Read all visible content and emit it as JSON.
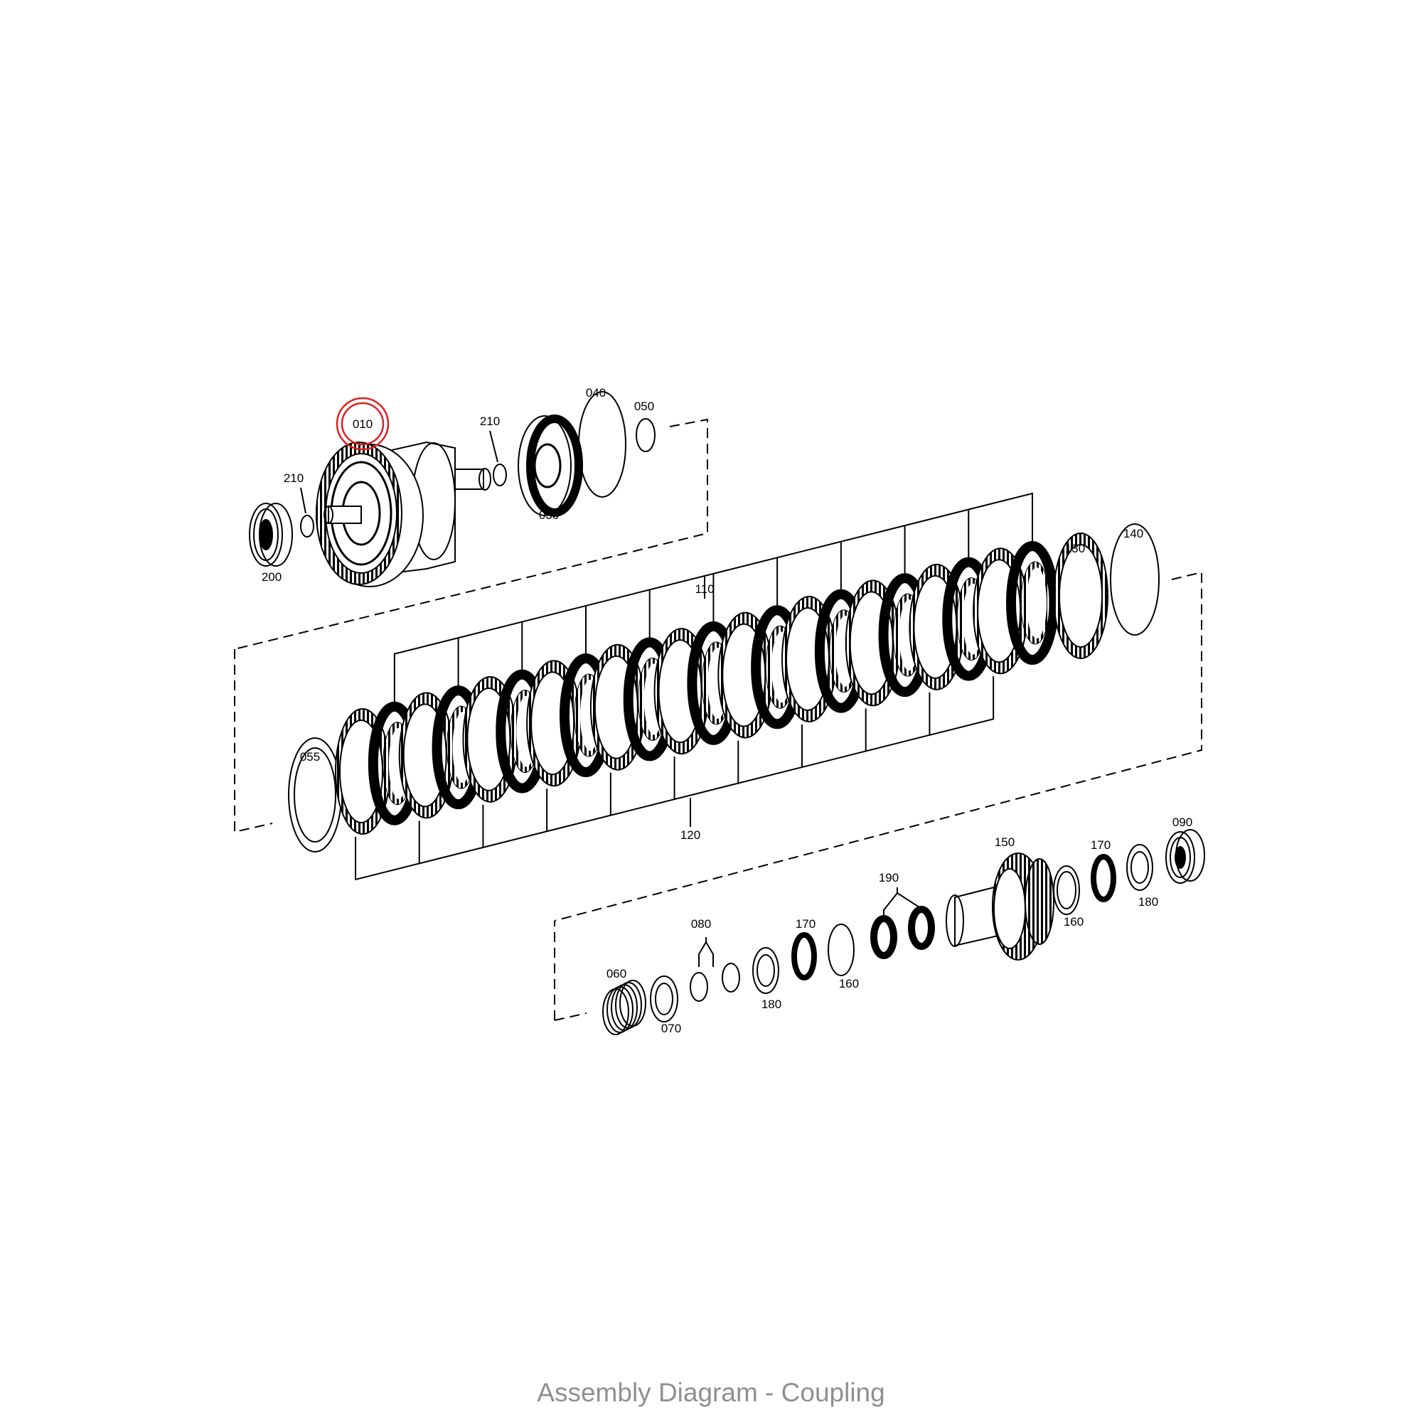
{
  "caption": "Assembly Diagram - Coupling",
  "highlight_color": "#e02020",
  "highlighted_label": "010",
  "labels": {
    "l010": "010",
    "l210a": "210",
    "l210b": "210",
    "l200": "200",
    "l030": "030",
    "l040": "040",
    "l050": "050",
    "l110": "110",
    "l120": "120",
    "l130": "130",
    "l140": "140",
    "l055": "055",
    "l150": "150",
    "l090": "090",
    "l170a": "170",
    "l170b": "170",
    "l180a": "180",
    "l180b": "180",
    "l160a": "160",
    "l160b": "160",
    "l190": "190",
    "l080": "080",
    "l060": "060",
    "l070": "070"
  }
}
